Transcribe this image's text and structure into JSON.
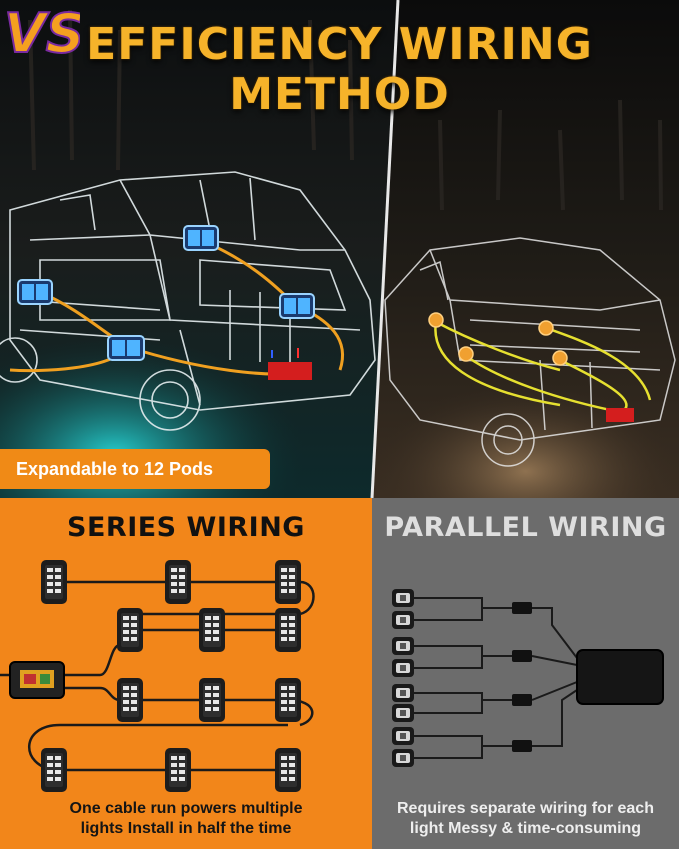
{
  "headline": {
    "line1": "EFFICIENCY WIRING",
    "line2": "METHOD"
  },
  "badge": {
    "text": "Expandable to 12 Pods"
  },
  "vs": {
    "text": "VS"
  },
  "series": {
    "title": "SERIES WIRING",
    "caption_line1": "One cable run powers multiple",
    "caption_line2": "lights Install in half the time",
    "pod_count": 12
  },
  "parallel": {
    "title": "PARALLEL WIRING",
    "caption_line1": "Requires separate wiring for each",
    "caption_line2": "light Messy & time-consuming",
    "pod_count": 8
  },
  "colors": {
    "accent_orange": "#f08a16",
    "title_gold": "#f6b32a",
    "series_panel": "#f2861a",
    "parallel_panel": "#6c6c6c",
    "pod_blue": "#3aa2ff",
    "pod_amber": "#f0a030",
    "wire_yellow": "#e8e030",
    "wire_orange": "#f0a020"
  }
}
